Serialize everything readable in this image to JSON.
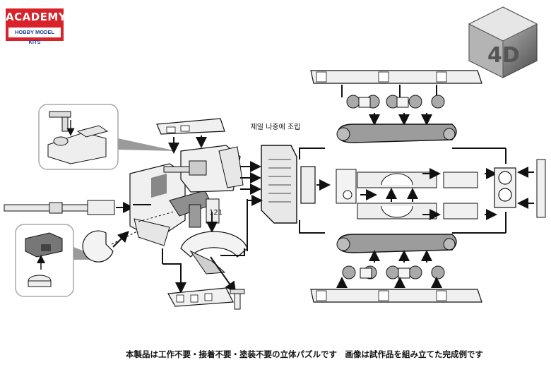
{
  "logo": {
    "brand": "ACADEMY",
    "subtitle": "HOBBY MODEL KITS",
    "colors": {
      "red": "#d8232a",
      "blue": "#1d3f8f"
    }
  },
  "badge": {
    "icon": "4d-cube-logo-icon",
    "text": "4D"
  },
  "diagram": {
    "assemble_last_label": "제일 나중에 조립"
  },
  "footer": {
    "notice": "本製品は工作不要・接着不要・塗装不要の立体パズルです　画像は試作品を組み立てた完成例です"
  },
  "colors": {
    "line": "#111111",
    "part_fill": "#f2f2f2",
    "track_fill": "#9c9c9c",
    "inset_border": "#a8a8a8"
  }
}
